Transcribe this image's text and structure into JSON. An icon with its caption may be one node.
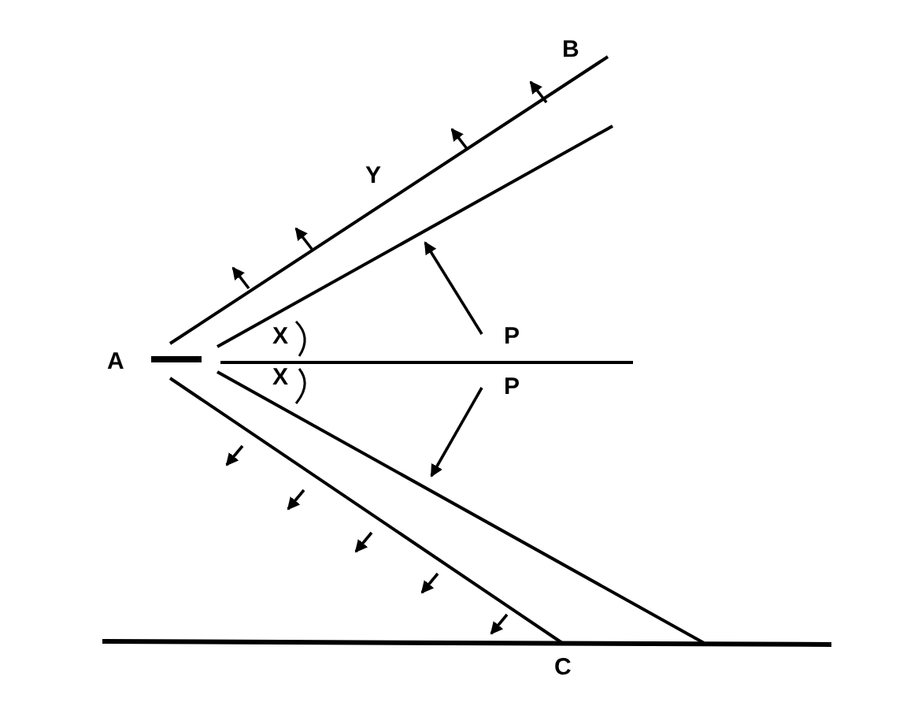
{
  "diagram": {
    "labels": [
      "B",
      "Y",
      "X",
      "P",
      "A",
      "X",
      "P",
      "C"
    ]
  }
}
